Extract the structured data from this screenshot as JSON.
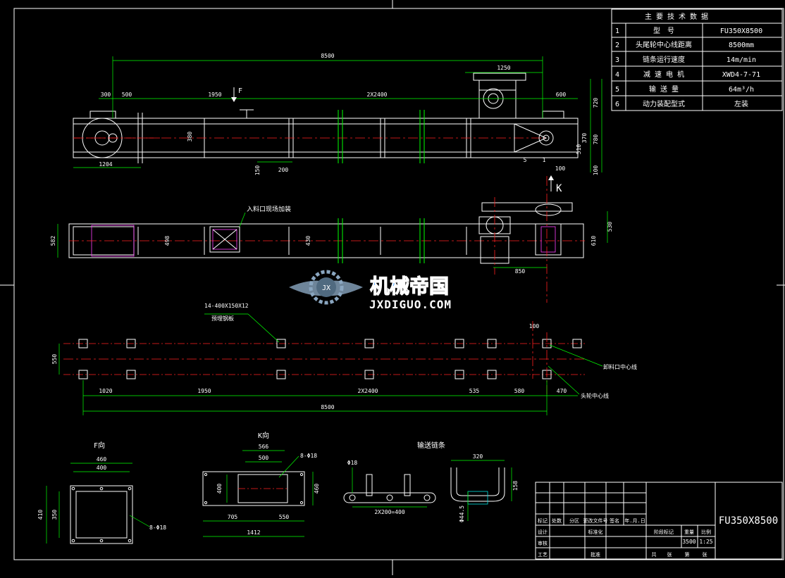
{
  "spec_table": {
    "title": "主 要 技 术 数 据",
    "rows": [
      {
        "no": "1",
        "name": "型　号",
        "value": "FU350X8500"
      },
      {
        "no": "2",
        "name": "头尾轮中心线距离",
        "value": "8500mm"
      },
      {
        "no": "3",
        "name": "链条运行速度",
        "value": "14m/min"
      },
      {
        "no": "4",
        "name": "减 速 电 机",
        "value": "XWD4-7-71"
      },
      {
        "no": "5",
        "name": "输 送 量",
        "value": "64m³/h"
      },
      {
        "no": "6",
        "name": "动力装配型式",
        "value": "左装"
      }
    ]
  },
  "elevation": {
    "dims": {
      "total": "8500",
      "head_span": "1250",
      "d300": "300",
      "d500": "500",
      "d1950": "1950",
      "d2x2400": "2X2400",
      "d600": "600",
      "d1204": "1204",
      "h380": "380",
      "d200": "200",
      "d150": "150",
      "h510": "510",
      "h370": "370",
      "h720": "720",
      "h780": "780",
      "d100a": "100",
      "d100b": "100",
      "d5": "5",
      "d1": "1"
    },
    "arrow_f": "F",
    "arrow_k": "K"
  },
  "plan": {
    "note": "入料口现场加装",
    "dims": {
      "w582": "582",
      "w498": "498",
      "w430": "430",
      "w530": "530",
      "w610": "610",
      "d850": "850"
    }
  },
  "foundation": {
    "note1": "14-400X150X12",
    "note2": "预埋钢板",
    "label_inlet": "卸料口中心线",
    "label_head": "头轮中心线",
    "dims": {
      "d100": "100",
      "w550": "550",
      "d1020": "1020",
      "d1950": "1950",
      "d2x2400": "2X2400",
      "d535": "535",
      "d580": "580",
      "d470": "470",
      "total": "8500"
    }
  },
  "view_f": {
    "title": "F向",
    "dims": {
      "w460": "460",
      "w400": "400",
      "h410": "410",
      "h350": "350",
      "holes": "8-Φ18"
    }
  },
  "view_k": {
    "title": "K向",
    "dims": {
      "w566": "566",
      "w500": "500",
      "h460": "460",
      "h400": "400",
      "d705": "705",
      "d550": "550",
      "total": "1412",
      "holes": "8-Φ18"
    }
  },
  "chain": {
    "title": "输送链条",
    "dims": {
      "phi": "Φ18",
      "pitch": "2X200=400",
      "w320": "320",
      "h158": "158",
      "d44": "Φ44.5"
    }
  },
  "watermark": {
    "cn": "机械帝国",
    "url": "JXDIGUO.COM"
  },
  "title_block": {
    "drawing_no": "FU350X8500",
    "scale": "1:25",
    "weight": "3500",
    "h_labels": [
      "标记",
      "处数",
      "分区",
      "更改文件号",
      "签名",
      "年.月.日"
    ],
    "row_labels": [
      "设计",
      "标准化",
      "审核",
      "工艺",
      "批准"
    ],
    "mid_labels": [
      "阶段标记",
      "重量",
      "比例"
    ],
    "bottom_labels": [
      "共",
      "张",
      "第",
      "张"
    ]
  }
}
